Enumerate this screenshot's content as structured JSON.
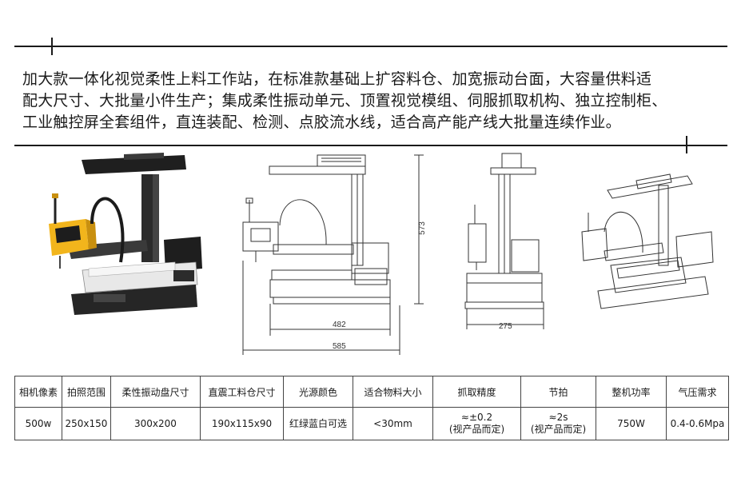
{
  "description": {
    "lines": [
      "加大款一体化视觉柔性上料工作站，在标准款基础上扩容料仓、加宽振动台面，大容量供料适",
      "配大尺寸、大批量小件生产；集成柔性振动单元、顶置视觉模组、伺服抓取机构、独立控制柜、",
      "工业触控屏全套组件，直连装配、检测、点胶流水线，适合高产能产线大批量连续作业。"
    ]
  },
  "drawing": {
    "dim_height": "573",
    "dim_width_inner": "482",
    "dim_width_outer": "585",
    "dim_depth": "275"
  },
  "specs": {
    "headers": [
      "相机像素",
      "拍照范围",
      "柔性振动盘尺寸",
      "直震工料仓尺寸",
      "光源颜色",
      "适合物料大小",
      "抓取精度",
      "节拍",
      "整机功率",
      "气压需求"
    ],
    "values": [
      {
        "main": "500w",
        "sub": ""
      },
      {
        "main": "250x150",
        "sub": ""
      },
      {
        "main": "300x200",
        "sub": ""
      },
      {
        "main": "190x115x90",
        "sub": ""
      },
      {
        "main": "红绿蓝白可选",
        "sub": ""
      },
      {
        "main": "<30mm",
        "sub": ""
      },
      {
        "main": "≈±0.2",
        "sub": "(视产品而定)"
      },
      {
        "main": "≈2s",
        "sub": "(视产品而定)"
      },
      {
        "main": "750W",
        "sub": ""
      },
      {
        "main": "0.4-0.6Mpa",
        "sub": ""
      }
    ]
  },
  "colors": {
    "robot_yellow": "#f2b51c",
    "frame_dark": "#2a2a2a",
    "line_art": "#333333"
  }
}
